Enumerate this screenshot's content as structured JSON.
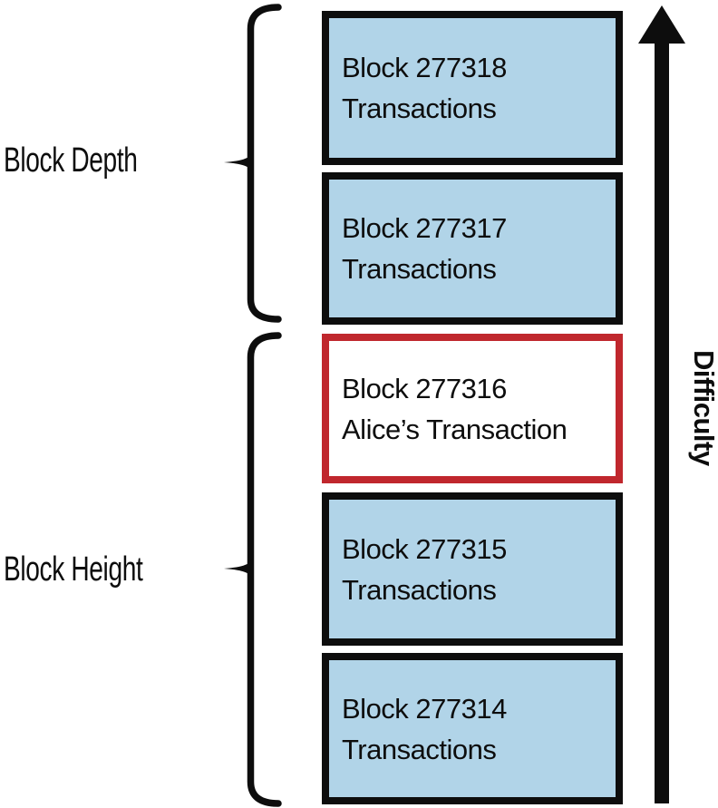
{
  "figure": {
    "type": "blockchain-stack-diagram",
    "left_labels": {
      "block_depth": "Block Depth",
      "block_height": "Block Height"
    },
    "axis_label": "Difficulty",
    "blocks": [
      {
        "title": "Block 277318",
        "subtitle": "Transactions",
        "highlighted": false
      },
      {
        "title": "Block 277317",
        "subtitle": "Transactions",
        "highlighted": false
      },
      {
        "title": "Block 277316",
        "subtitle": "Alice’s Transaction",
        "highlighted": true
      },
      {
        "title": "Block 277315",
        "subtitle": "Transactions",
        "highlighted": false
      },
      {
        "title": "Block 277314",
        "subtitle": "Transactions",
        "highlighted": false
      }
    ],
    "colors": {
      "block_fill": "#b1d4e8",
      "block_border": "#0d0d0d",
      "highlight_border": "#c0272d",
      "highlight_fill": "#ffffff",
      "ink": "#0d0d0d",
      "background": "#ffffff"
    }
  }
}
